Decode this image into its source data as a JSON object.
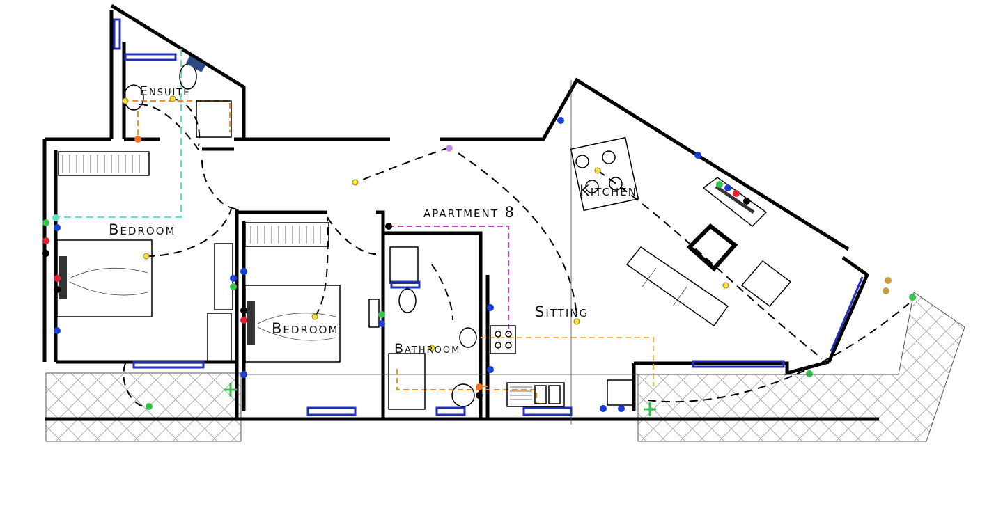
{
  "plan": {
    "title": "apartment 8",
    "rooms": {
      "ensuite": "Ensuite",
      "bedroom_1": "Bedroom",
      "bedroom_2": "Bedroom",
      "bathroom": "Bathroom",
      "kitchen": "Kitchen",
      "sitting": "Sitting"
    }
  },
  "colors": {
    "wall": "#000000",
    "window": "#2030b8",
    "socket_blue": "#1a3fd8",
    "socket_red": "#e02030",
    "socket_green": "#36c24a",
    "socket_black": "#000000",
    "light_yellow": "#f5e04a",
    "orange_run": "#f0901c",
    "magenta_run": "#d23ad2",
    "teal_run": "#5fe0c0"
  }
}
